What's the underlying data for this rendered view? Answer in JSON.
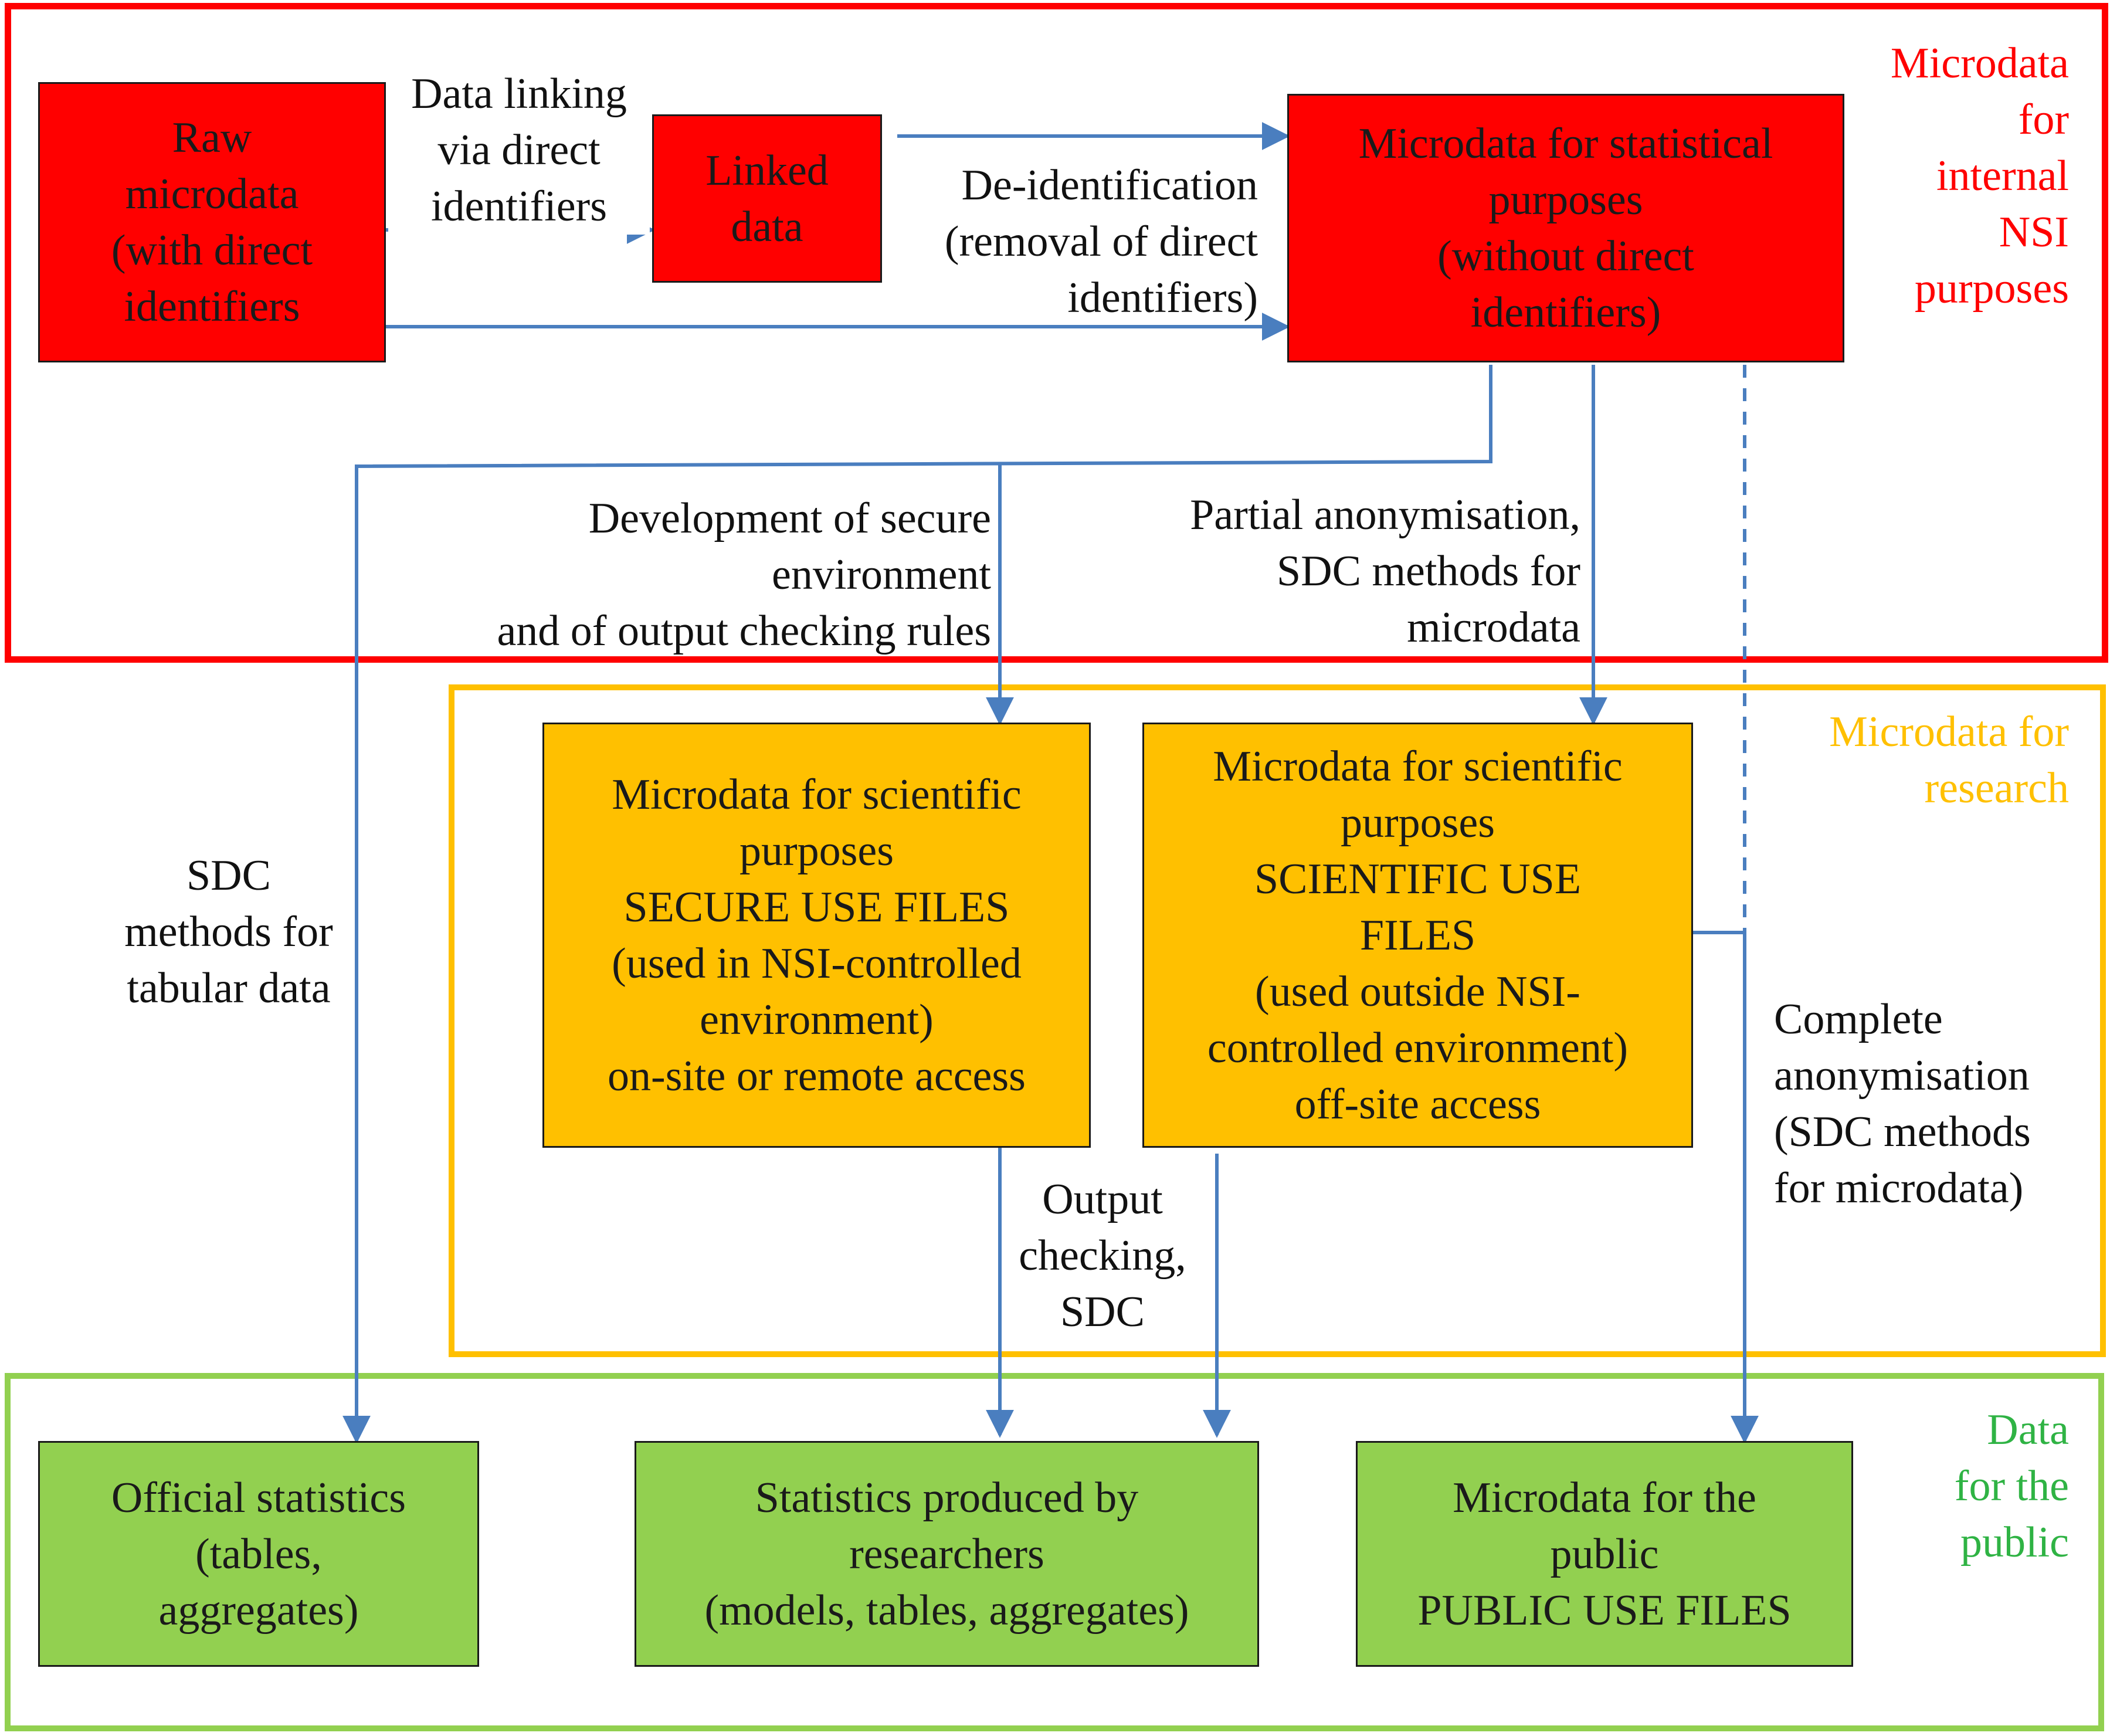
{
  "colors": {
    "internal": "#ff0000",
    "research": "#ffc000",
    "public": "#92d050",
    "arrow": "#4a7ebf",
    "zone_label_internal": "#ff0000",
    "zone_label_research": "#ffc000",
    "zone_label_public": "#2fb344"
  },
  "zones": {
    "internal": "Microdata\nfor\ninternal\nNSI\npurposes",
    "research": "Microdata for\nresearch",
    "public": "Data\nfor the\npublic"
  },
  "boxes": {
    "raw": "Raw\nmicrodata\n(with direct\nidentifiers",
    "linked": "Linked\ndata",
    "statistical": "Microdata for statistical\npurposes\n(without direct\nidentifiers)",
    "secure": "Microdata for scientific\npurposes\nSECURE USE FILES\n(used in NSI-controlled\nenvironment)\non-site or remote access",
    "scientific": "Microdata for scientific\npurposes\nSCIENTIFIC USE\nFILES\n(used outside NSI-\ncontrolled environment)\noff-site access",
    "official": "Official statistics\n(tables,\naggregates)",
    "researchers": "Statistics produced by\nresearchers\n(models, tables, aggregates)",
    "public_files": "Microdata for the\npublic\nPUBLIC USE FILES"
  },
  "labels": {
    "linking": "Data linking\nvia direct\nidentifiers",
    "deidentification": "De-identification\n(removal of direct\nidentifiers)",
    "secure_env": "Development of secure\nenvironment\nand of output checking rules",
    "partial": "Partial anonymisation,\nSDC methods for\nmicrodata",
    "sdc_tabular": "SDC\nmethods for\ntabular data",
    "output_checking": "Output\nchecking,\nSDC",
    "complete": "Complete\nanonymisation\n(SDC methods\nfor microdata)"
  }
}
